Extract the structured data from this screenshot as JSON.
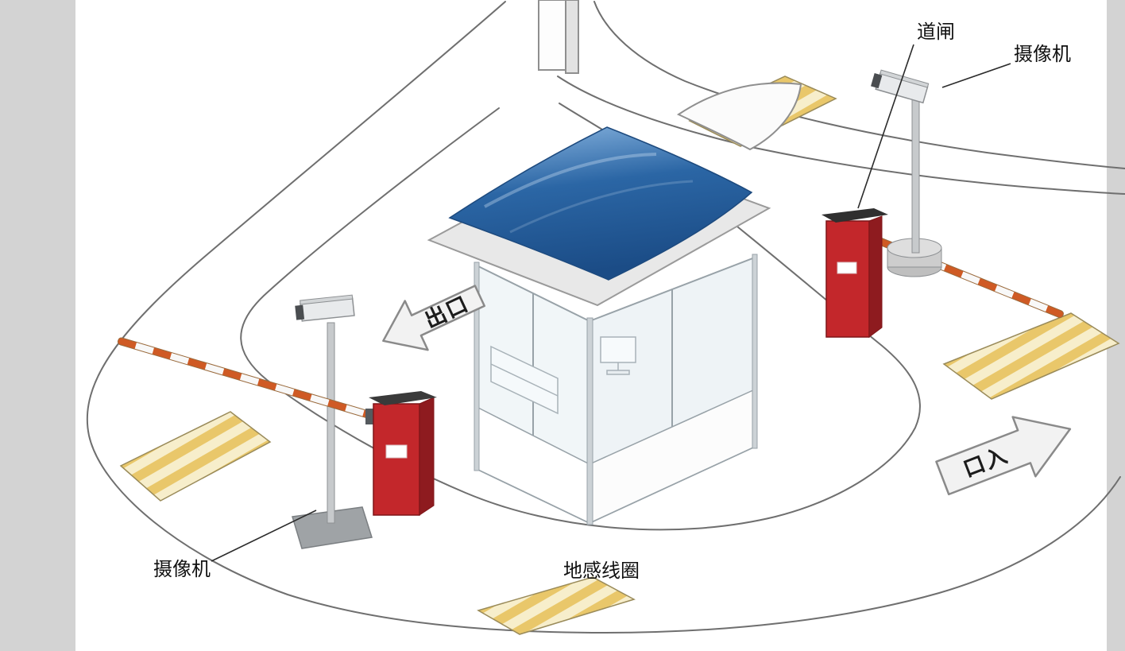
{
  "diagram": {
    "labels": {
      "barrier_gate": "道闸",
      "camera_right": "摄像机",
      "camera_left": "摄像机",
      "ground_loop": "地感线圈",
      "exit_arrow": "出口",
      "entrance_arrow": "口入"
    },
    "colors": {
      "roof_blue": "#2b66a5",
      "barrier_red": "#c3272b",
      "barrier_red_dark": "#8e1b1f",
      "pad_fill": "#f7eecb",
      "pad_stripe": "#e9c76a",
      "road_line": "#6f6f6f",
      "arrow_fill": "#f2f2f2",
      "glass_fill": "#f1f6f8",
      "pole_gray": "#c7cacc"
    }
  }
}
